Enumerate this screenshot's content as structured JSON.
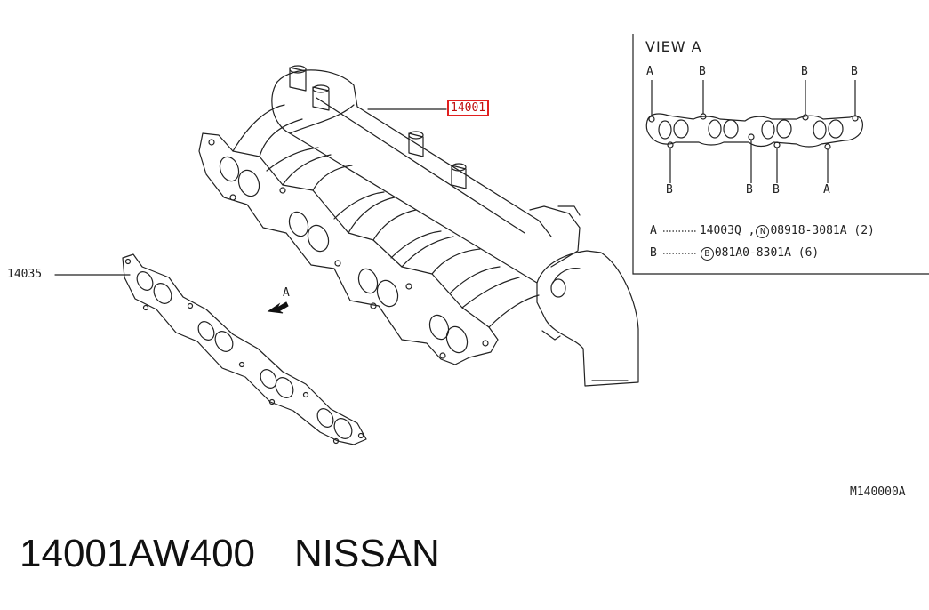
{
  "diagram": {
    "callouts": {
      "manifold_part": "14001",
      "gasket_part": "14035",
      "view_arrow": "A",
      "figure_code": "M140000A"
    },
    "view_a": {
      "title": "VIEW A",
      "top_markers": [
        "A",
        "B",
        "B",
        "B"
      ],
      "bottom_markers": [
        "B",
        "B",
        "B",
        "A"
      ],
      "legend": [
        {
          "key": "A",
          "part": "14003Q",
          "symbol": "N",
          "fastener": "08918-3081A",
          "qty": "(2)"
        },
        {
          "key": "B",
          "part": "",
          "symbol": "B",
          "fastener": "081A0-8301A",
          "qty": "(6)"
        }
      ]
    }
  },
  "footer": {
    "part_number": "14001AW400",
    "brand": "NISSAN"
  }
}
